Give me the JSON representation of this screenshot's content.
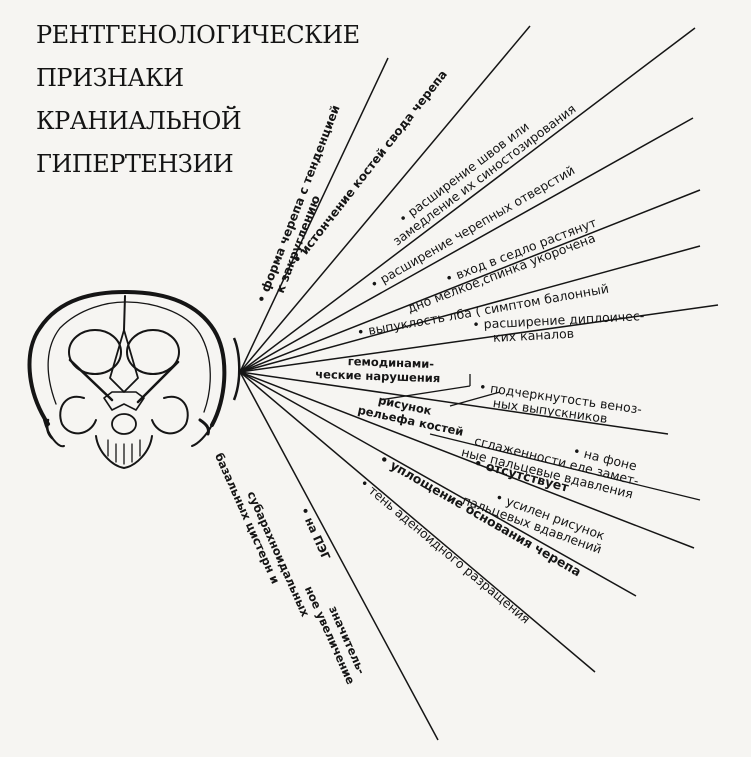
{
  "title": {
    "lines": [
      "РЕНТГЕНОЛОГИЧЕСКИЕ",
      "ПРИЗНАКИ",
      "КРАНИАЛЬНОЙ",
      "ГИПЕРТЕНЗИИ"
    ]
  },
  "signs": {
    "skull_shape": {
      "text": "• форма черепа с тенденцией",
      "text2": "к закруглению"
    },
    "vault_thinning": {
      "text": "• истончение костей свода черепа"
    },
    "suture_widening": {
      "text": "• расширение швов или",
      "text2": "замедление их синостозирования"
    },
    "foramina_widening": {
      "text": "• расширение черепных отверстий"
    },
    "sella_changes": {
      "text": "• вход в седло растянут",
      "text2": "дно мелкое,спинка укорочена"
    },
    "forehead_bulge": {
      "text": "• выпуклость лба ( симптом балонный"
    },
    "hemodynamic": {
      "text": "гемодинами-",
      "text2": "ческие нарушения"
    },
    "diploic": {
      "text": "• расширение диплоичес-",
      "text2": "ких каналов"
    },
    "venous": {
      "text": "• подчеркнутость веноз-",
      "text2": "ных выпускников"
    },
    "relief": {
      "text": "рисунок",
      "text2": "рельефа костей"
    },
    "impressions_smooth": {
      "text": "• на фоне",
      "text2": "сглаженности еле замет-",
      "text3": "ные пальцевые вдавления"
    },
    "absent": {
      "text": "• отсутствует"
    },
    "enhanced": {
      "text": "• усилен рисунок",
      "text2": "пальцевых вдавлений"
    },
    "base_flattening": {
      "text": "• уплощение основания черепа"
    },
    "adenoid": {
      "text": "• тень аденоидного разращения"
    },
    "peg": {
      "text": "• на ПЭГ",
      "text2": "значитель-",
      "text3": "ное увеличение",
      "text4": "субарахноидальных",
      "text5": "базальных цистерн и"
    }
  },
  "colors": {
    "ink": "#151515",
    "paper": "#f6f5f2"
  }
}
